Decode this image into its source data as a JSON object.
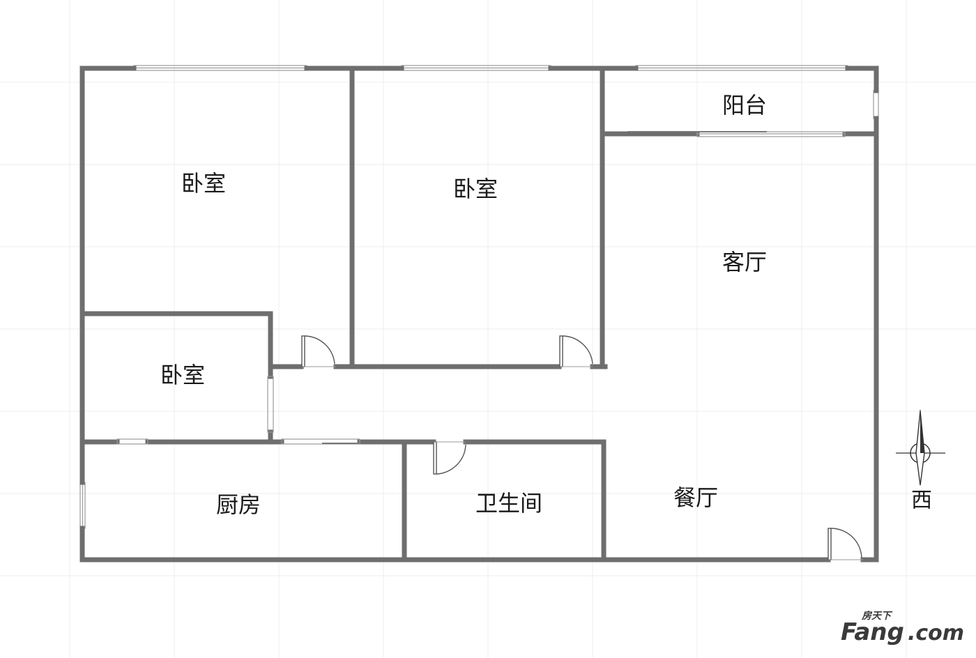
{
  "rooms": {
    "bedroom_1": "卧室",
    "bedroom_2": "卧室",
    "bedroom_3": "卧室",
    "balcony": "阳台",
    "living_room": "客厅",
    "kitchen": "厨房",
    "bathroom": "卫生间",
    "dining_room": "餐厅"
  },
  "compass": {
    "direction": "西"
  },
  "watermark": {
    "brand_cn": "房天下",
    "brand_en": "Fang",
    "domain": ".com"
  },
  "colors": {
    "wall": "#6e6e6e",
    "background": "#ffffff",
    "watermark": "#3a3a3a"
  }
}
